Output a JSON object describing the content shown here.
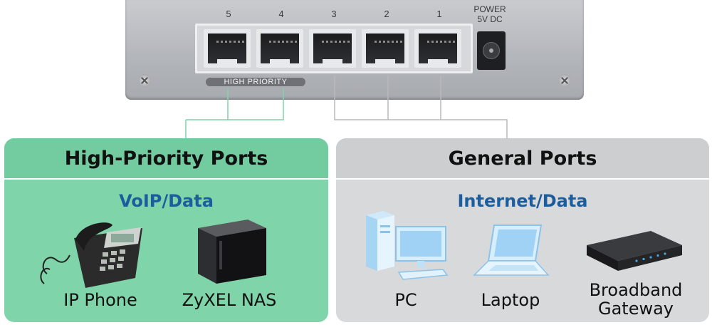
{
  "switch": {
    "port_numbers": [
      "5",
      "4",
      "3",
      "2",
      "1"
    ],
    "power_label_line1": "POWER",
    "power_label_line2": "5V DC",
    "high_priority_label": "HIGH PRIORITY"
  },
  "high_priority_panel": {
    "title": "High-Priority Ports",
    "subtitle": "VoIP/Data",
    "devices": [
      "IP Phone",
      "ZyXEL NAS"
    ],
    "color": "#7fd4a9"
  },
  "general_panel": {
    "title": "General Ports",
    "subtitle": "Internet/Data",
    "devices": [
      "PC",
      "Laptop",
      "Broadband",
      "Gateway"
    ],
    "color": "#d8d9db"
  },
  "colors": {
    "subtitle_blue": "#1c5d9e"
  }
}
